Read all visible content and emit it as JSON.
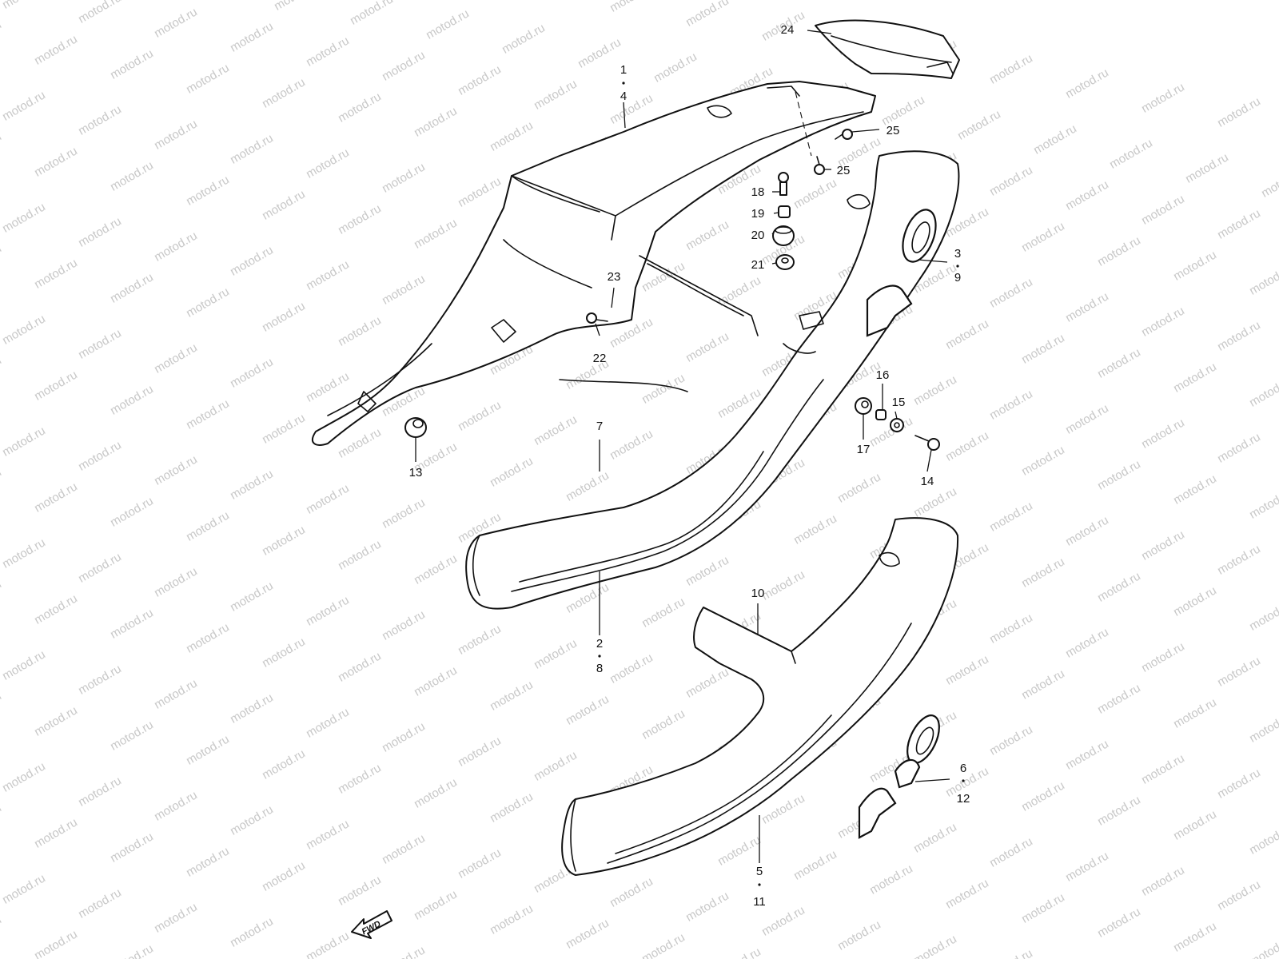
{
  "watermark": {
    "text": "motod.ru"
  },
  "fwd_label": "FWD",
  "callouts": [
    {
      "id": "c1",
      "lines": [
        "1",
        "4"
      ]
    },
    {
      "id": "c24",
      "lines": [
        "24"
      ]
    },
    {
      "id": "c25a",
      "lines": [
        "25"
      ]
    },
    {
      "id": "c25b",
      "lines": [
        "25"
      ]
    },
    {
      "id": "c18",
      "lines": [
        "18"
      ]
    },
    {
      "id": "c19",
      "lines": [
        "19"
      ]
    },
    {
      "id": "c20",
      "lines": [
        "20"
      ]
    },
    {
      "id": "c21",
      "lines": [
        "21"
      ]
    },
    {
      "id": "c3",
      "lines": [
        "3",
        "9"
      ]
    },
    {
      "id": "c23",
      "lines": [
        "23"
      ]
    },
    {
      "id": "c22",
      "lines": [
        "22"
      ]
    },
    {
      "id": "c16",
      "lines": [
        "16"
      ]
    },
    {
      "id": "c15",
      "lines": [
        "15"
      ]
    },
    {
      "id": "c17",
      "lines": [
        "17"
      ]
    },
    {
      "id": "c14",
      "lines": [
        "14"
      ]
    },
    {
      "id": "c13",
      "lines": [
        "13"
      ]
    },
    {
      "id": "c7",
      "lines": [
        "7"
      ]
    },
    {
      "id": "c2",
      "lines": [
        "2",
        "8"
      ]
    },
    {
      "id": "c10",
      "lines": [
        "10"
      ]
    },
    {
      "id": "c6",
      "lines": [
        "6",
        "12"
      ]
    },
    {
      "id": "c5",
      "lines": [
        "5",
        "11"
      ]
    }
  ]
}
